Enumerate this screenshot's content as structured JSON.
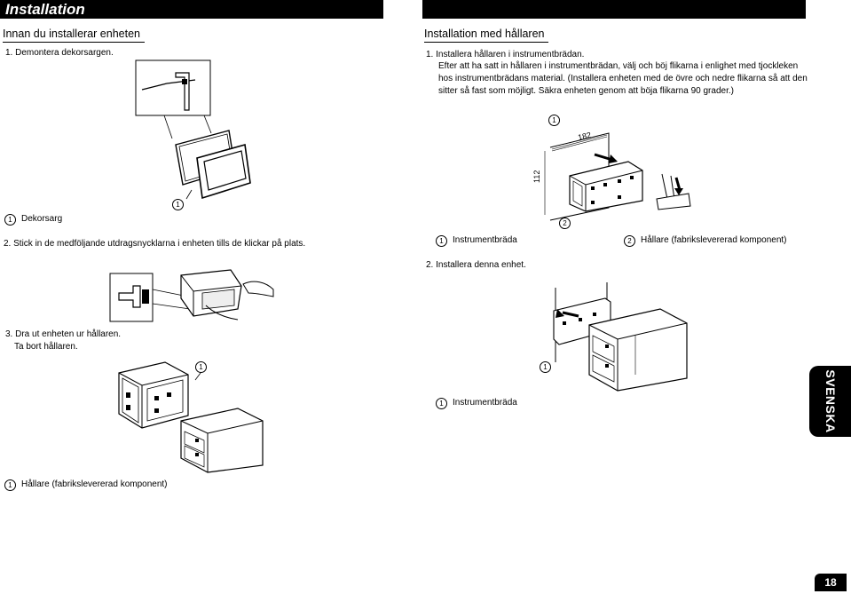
{
  "left_column": {
    "title": "Installation",
    "heading": "Innan du installerar enheten",
    "step1": "1. Demontera dekorsargen.",
    "fig1_callout": "1",
    "legend1": {
      "num": "1",
      "label": "Dekorsarg"
    },
    "step2": "2. Stick in de medföljande utdragsnycklarna i enheten tills de klickar på plats.",
    "step3": "3. Dra ut enheten ur hållaren.",
    "step3_sub": "Ta bort hållaren.",
    "fig3_callout": "1",
    "legend3": {
      "num": "1",
      "label": "Hållare (fabrikslevererad komponent)"
    }
  },
  "right_column": {
    "heading": "Installation med hållaren",
    "step1": "1. Installera hållaren i instrumentbrädan.",
    "step1_text": "Efter att ha satt in hållaren i instrumentbrädan, välj och böj flikarna i enlighet med tjockleken hos instrumentbrädans material. (Installera enheten med de övre och nedre flikarna så att den sitter så fast som möjligt. Säkra enheten genom att böja flikarna 90 grader.)",
    "fig_callout_1": "1",
    "fig_callout_2": "2",
    "dim_width": "182",
    "dim_height": "112",
    "legend_a": {
      "num": "1",
      "label": "Instrumentbräda"
    },
    "legend_b": {
      "num": "2",
      "label": "Hållare (fabrikslevererad komponent)"
    },
    "step2": "2. Installera denna enhet.",
    "fig2_callout": "1",
    "legend2": {
      "num": "1",
      "label": "Instrumentbräda"
    }
  },
  "side_tab": "SVENSKA",
  "page_number": "18"
}
